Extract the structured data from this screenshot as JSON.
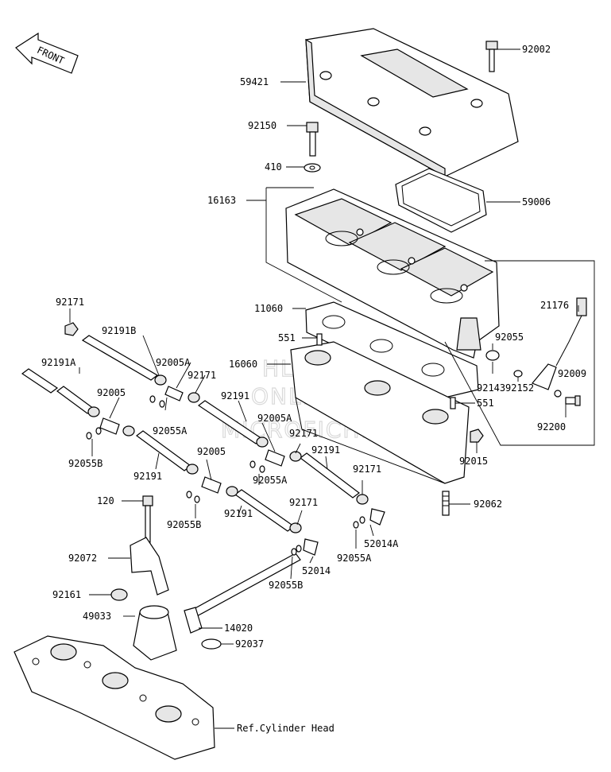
{
  "front_badge": "FRONT",
  "watermark": [
    "HLSM",
    "ONLINE",
    "MICROFICHE"
  ],
  "labels": {
    "p92002": "92002",
    "p59421": "59421",
    "p92150": "92150",
    "p410": "410",
    "p59006": "59006",
    "p16163": "16163",
    "p21176": "21176",
    "p11060": "11060",
    "p551a": "551",
    "p92055a": "92055",
    "p16060": "16060",
    "p92009": "92009",
    "p92143": "92143",
    "p92152": "92152",
    "p551b": "551",
    "p92200": "92200",
    "p92015": "92015",
    "p92062": "92062",
    "p92171a": "92171",
    "p92191B": "92191B",
    "p92005A1": "92005A",
    "p92171b": "92171",
    "p92191A": "92191A",
    "p92005a": "92005",
    "p92191a": "92191",
    "p92055A1": "92055A",
    "p92005A2": "92005A",
    "p92171c": "92171",
    "p92055B1": "92055B",
    "p92191b": "92191",
    "p92005b": "92005",
    "p92191c": "92191",
    "p92055A2": "92055A",
    "p92171d": "92171",
    "p120": "120",
    "p92055B2": "92055B",
    "p92191d": "92191",
    "p92171e": "92171",
    "p52014A": "52014A",
    "p92072": "92072",
    "p52014": "52014",
    "p92055A3": "92055A",
    "p92055B3": "92055B",
    "p92161": "92161",
    "p49033": "49033",
    "p14020": "14020",
    "p92037": "92037",
    "ref_cylinder_head": "Ref.Cylinder Head"
  }
}
